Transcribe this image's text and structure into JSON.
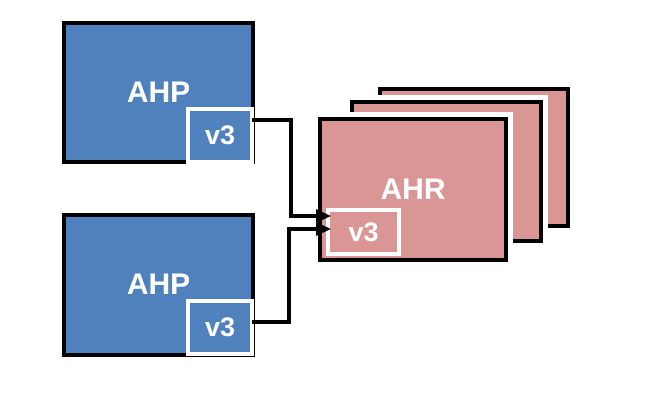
{
  "diagram": {
    "background": "#ffffff",
    "colors": {
      "ahp_fill": "#4f81bd",
      "ahr_fill": "#d99694",
      "box_border": "#000000",
      "version_box_border": "#ffffff",
      "label_text": "#ffffff",
      "connector": "#000000"
    },
    "nodes": {
      "ahp_top": {
        "label": "AHP",
        "version": "v3"
      },
      "ahp_bottom": {
        "label": "AHP",
        "version": "v3"
      },
      "ahr": {
        "label": "AHR",
        "version": "v3",
        "stack_count": 3
      }
    },
    "connectors": [
      {
        "from": "ahp_top.v3",
        "to": "ahr.v3",
        "style": "elbow-arrow"
      },
      {
        "from": "ahp_bottom.v3",
        "to": "ahr.v3",
        "style": "elbow-arrow"
      }
    ]
  }
}
